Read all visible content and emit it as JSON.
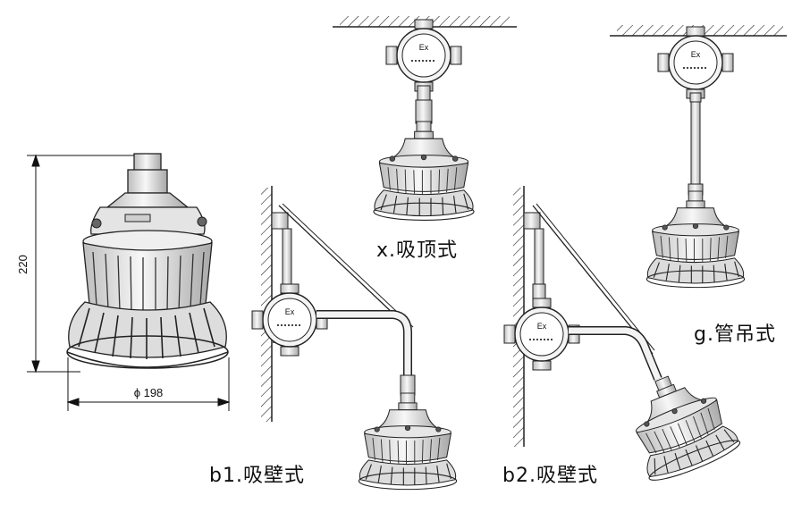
{
  "dimensions": {
    "height": "220",
    "diameter": "ϕ 198"
  },
  "labels": {
    "ceiling": "x.吸顶式",
    "wall1": "b1.吸壁式",
    "wall2": "b2.吸壁式",
    "pendant": "g.管吊式"
  },
  "ex_mark": "Ex",
  "colors": {
    "line": "#222222",
    "fill_light": "#f2f2f2",
    "fill_mid": "#d8d8d8",
    "fill_dark": "#9a9a9a",
    "bg": "#ffffff"
  }
}
